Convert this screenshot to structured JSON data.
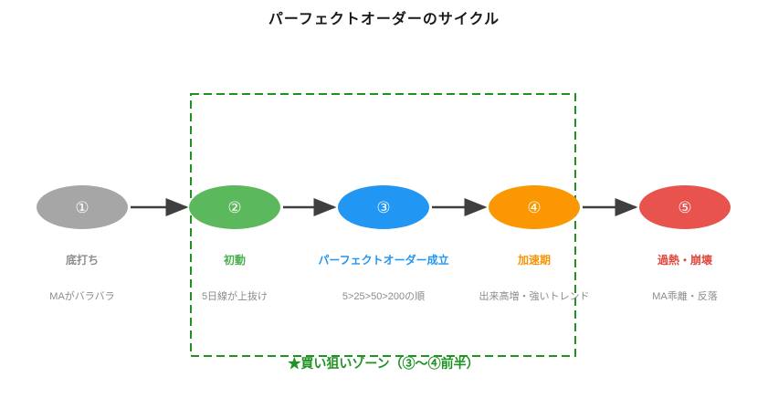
{
  "title": "パーフェクトオーダーのサイクル",
  "zone": {
    "label": "★買い狙いゾーン（③〜④前半）",
    "color": "#1e9321"
  },
  "arrow_color": "#3f3f3f",
  "description_color": "#8c8c8c",
  "stages": [
    {
      "number": "①",
      "name": "底打ち",
      "description": "MAがバラバラ",
      "ellipse_color": "#a6a6a6",
      "name_color": "#8c8c8c"
    },
    {
      "number": "②",
      "name": "初動",
      "description": "5日線が上抜け",
      "ellipse_color": "#5cb85c",
      "name_color": "#4caf50"
    },
    {
      "number": "③",
      "name": "パーフェクトオーダー成立",
      "description": "5>25>50>200の順",
      "ellipse_color": "#2196f3",
      "name_color": "#2196f3"
    },
    {
      "number": "④",
      "name": "加速期",
      "description": "出来高増・強いトレンド",
      "ellipse_color": "#fb9702",
      "name_color": "#f89406"
    },
    {
      "number": "⑤",
      "name": "過熱・崩壊",
      "description": "MA乖離・反落",
      "ellipse_color": "#e9534e",
      "name_color": "#e0483f"
    }
  ]
}
